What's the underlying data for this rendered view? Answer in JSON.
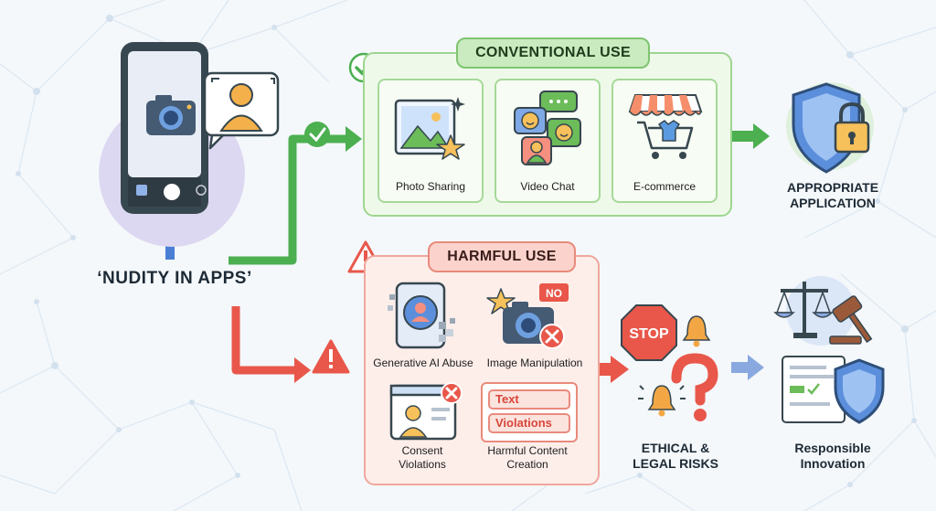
{
  "title_label": "‘NUDITY IN APPS’",
  "conventional": {
    "title": "CONVENTIONAL USE",
    "items": [
      {
        "label": "Photo Sharing",
        "icon": "photo-icon"
      },
      {
        "label": "Video Chat",
        "icon": "video-chat-icon"
      },
      {
        "label": "E-commerce",
        "icon": "shopping-cart-icon"
      }
    ],
    "outcome": {
      "line1": "APPROPRIATE",
      "line2": "APPLICATION",
      "icon": "shield-lock-icon"
    }
  },
  "harmful": {
    "title": "HARMFUL USE",
    "items": [
      {
        "label": "Generative AI Abuse",
        "icon": "ai-portrait-icon"
      },
      {
        "label": "Image Manipulation",
        "icon": "camera-no-icon",
        "badge": "NO"
      },
      {
        "label_line1": "Consent",
        "label_line2": "Violations",
        "icon": "browser-user-icon"
      },
      {
        "label_line1": "Harmful Content",
        "label_line2": "Creation",
        "tag1": "Text",
        "tag2": "Violations"
      }
    ],
    "risk": {
      "line1": "ETHICAL &",
      "line2": "LEGAL RISKS",
      "stop_text": "STOP",
      "icon": "stop-sign-icon"
    },
    "outcome": {
      "line1": "Responsible",
      "line2": "Innovation",
      "icon": "scales-gavel-icon"
    }
  },
  "colors": {
    "green": "#4caf50",
    "red": "#e8574a",
    "blue": "#4a7fd4",
    "orange": "#f2a744"
  }
}
